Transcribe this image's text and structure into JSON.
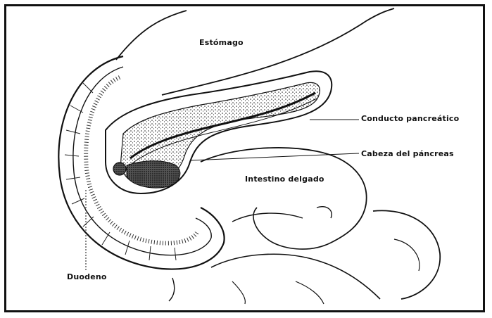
{
  "labels": {
    "estomago": "Estómago",
    "conducto": "Conducto pancreático",
    "cabeza": "Cabeza del páncreas",
    "intestino": "Intestino delgado",
    "duodeno": "Duodeno"
  },
  "colors": {
    "ink": "#111111",
    "paper": "#ffffff",
    "stipple": "#444444"
  }
}
